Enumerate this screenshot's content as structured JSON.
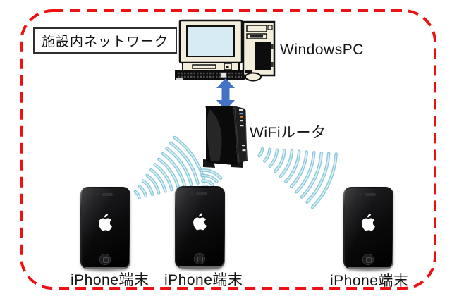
{
  "diagram": {
    "region_label": "施設内ネットワーク",
    "labels": {
      "pc": "WindowsPC",
      "router": "WiFiルータ",
      "phone1": "iPhone端末",
      "phone2": "iPhone端末",
      "phone3": "iPhone端末"
    },
    "colors": {
      "border": "#ee1111",
      "arrow": "#4472c4",
      "wave": "#7fc2d5",
      "wave_highlight": "#d6eef5",
      "pc_body": "#f3eedb",
      "pc_screen": "#d7ebf4",
      "device_black": "#0a0a0a"
    }
  }
}
